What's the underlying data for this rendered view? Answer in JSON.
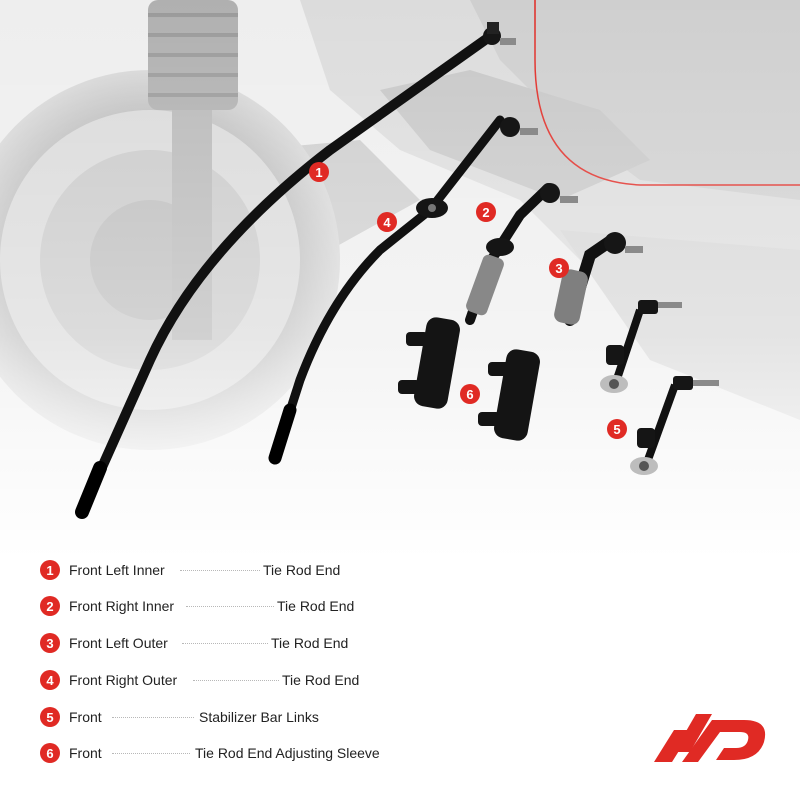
{
  "accent": "#e02a24",
  "callouts": [
    "1",
    "2",
    "3",
    "4",
    "5",
    "6"
  ],
  "legend": [
    {
      "num": "1",
      "position": "Front Left Inner",
      "part": "Tie Rod End"
    },
    {
      "num": "2",
      "position": "Front Right Inner",
      "part": "Tie Rod End"
    },
    {
      "num": "3",
      "position": "Front Left Outer",
      "part": "Tie Rod End"
    },
    {
      "num": "4",
      "position": "Front Right Outer",
      "part": "Tie Rod End"
    },
    {
      "num": "5",
      "position": "Front",
      "part": "Stabilizer Bar Links"
    },
    {
      "num": "6",
      "position": "Front",
      "part": "Tie Rod End Adjusting Sleeve"
    }
  ],
  "logo": {
    "name": "brand-logo",
    "color": "#e02a24"
  }
}
